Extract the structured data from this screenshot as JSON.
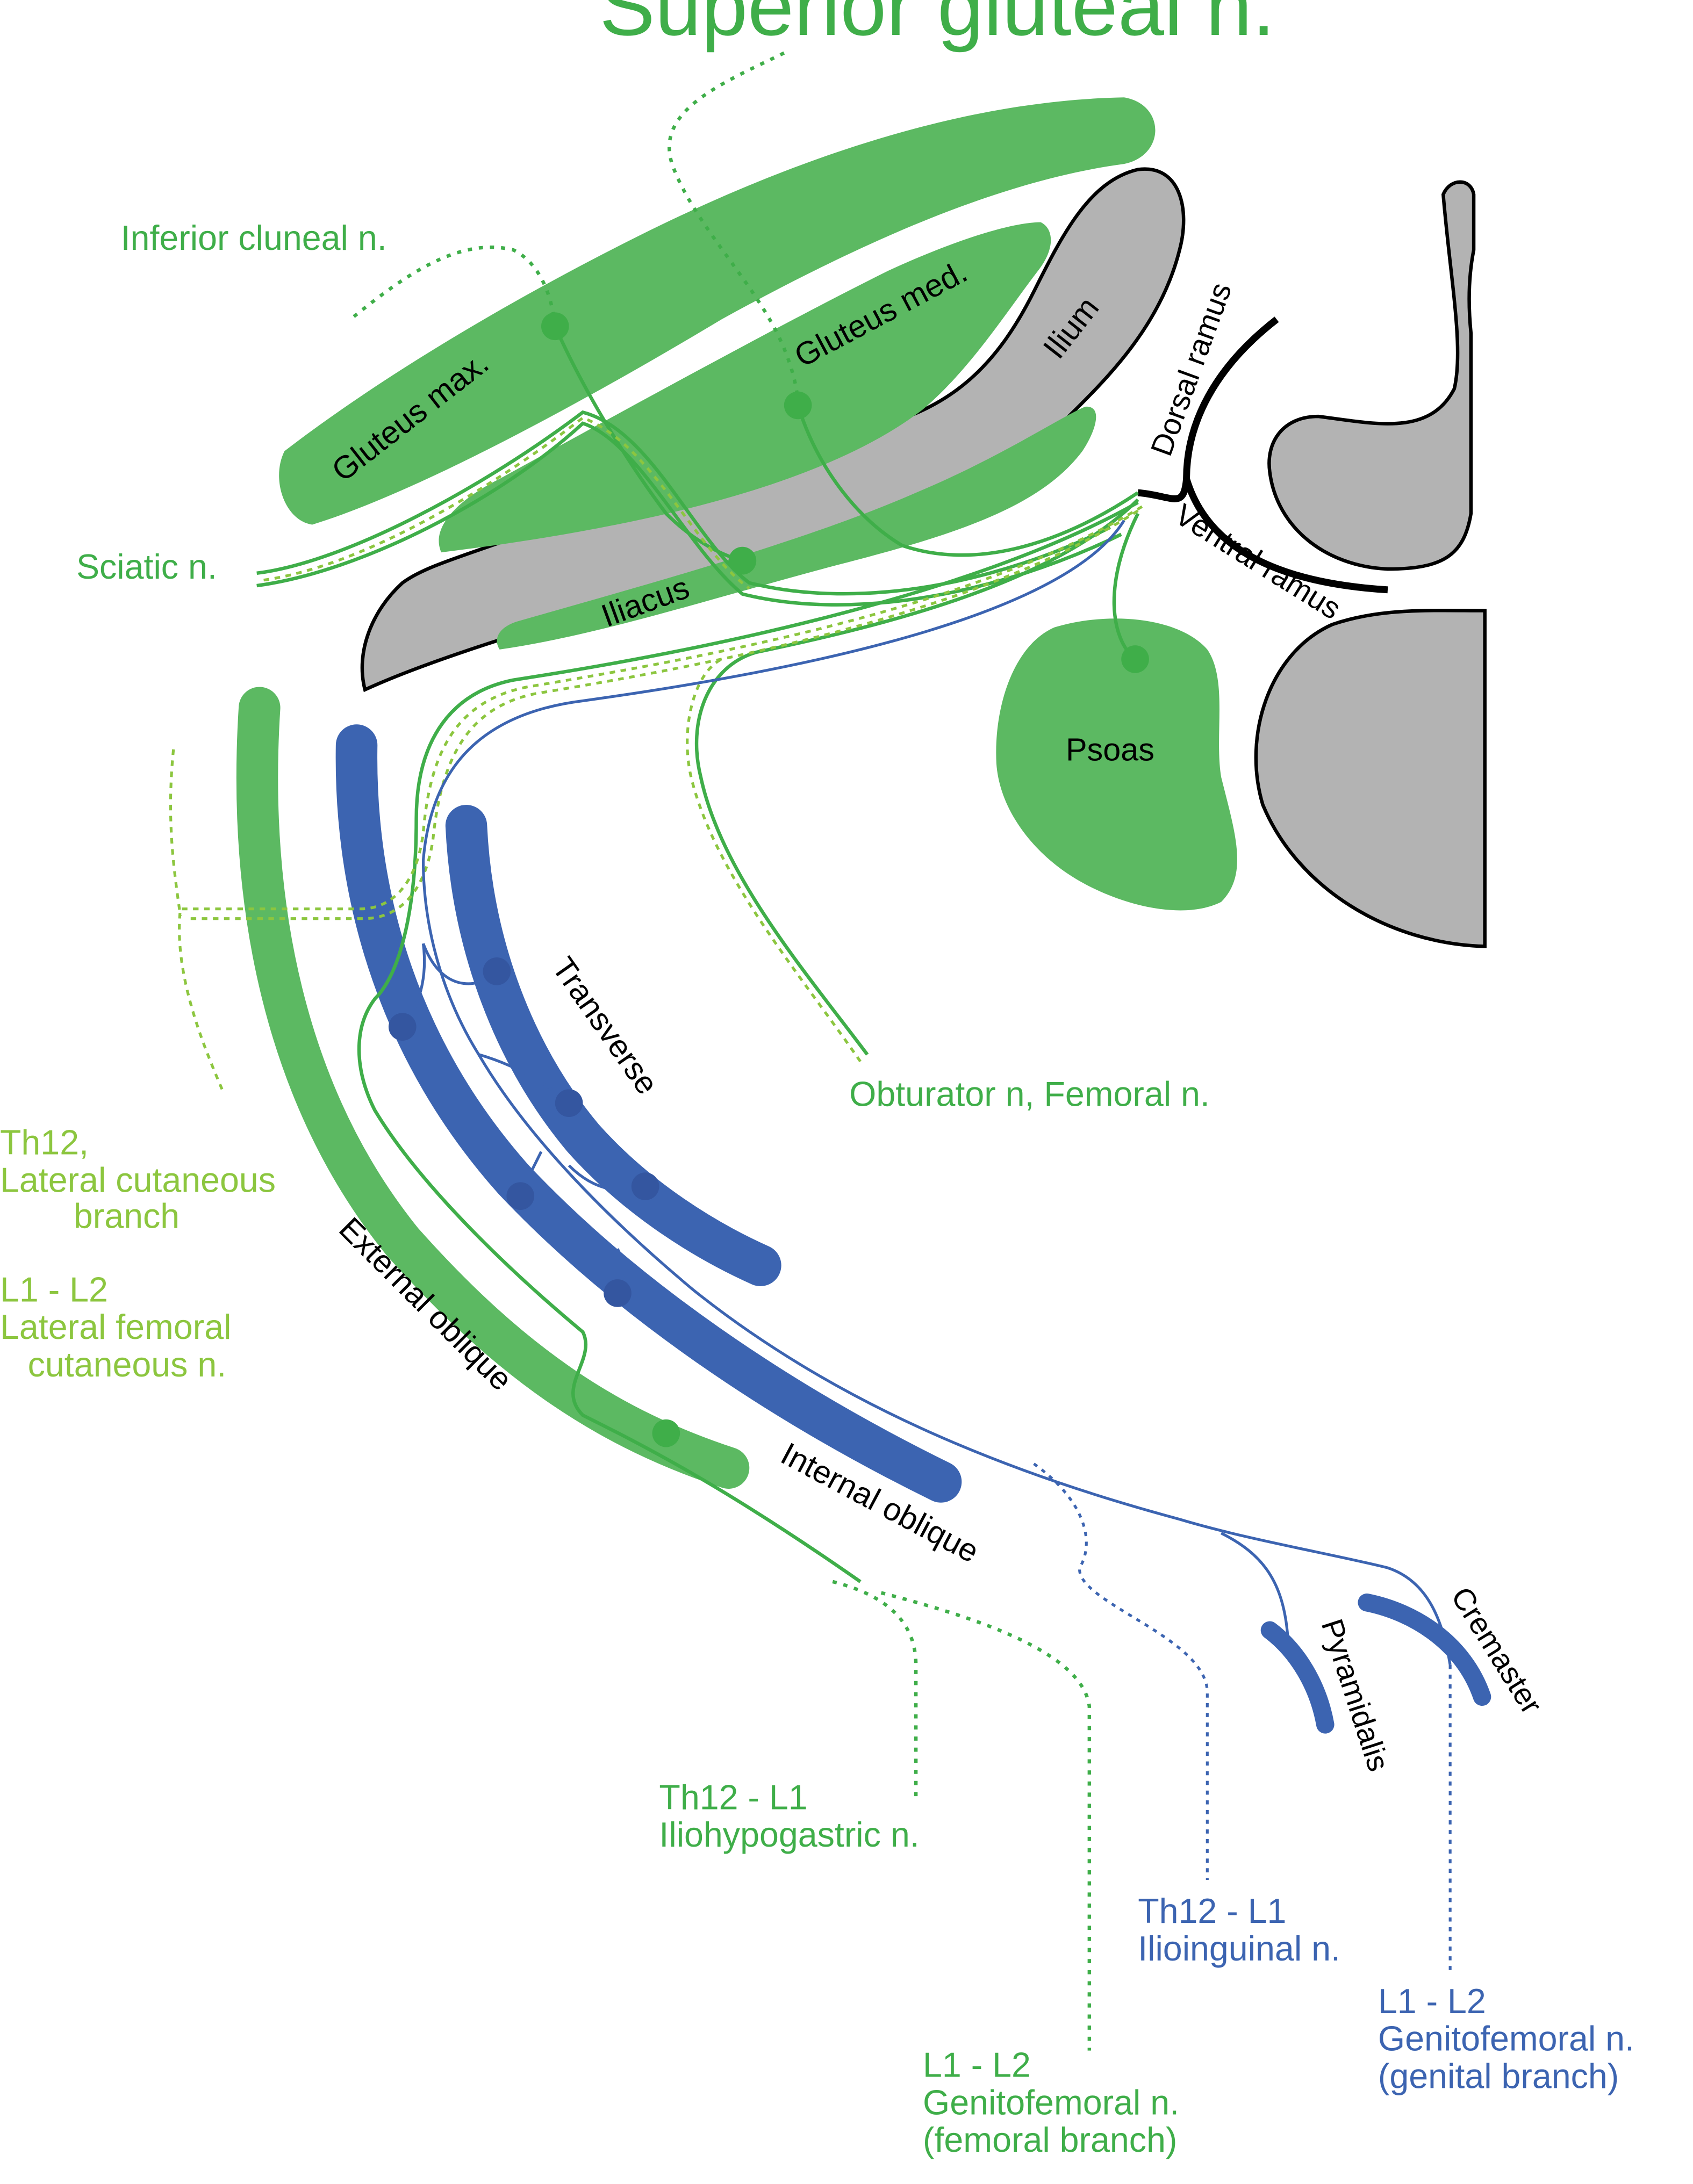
{
  "colors": {
    "muscle_green": "#5cb962",
    "nerve_green": "#3fae49",
    "light_green": "#8cc63f",
    "blue": "#3c64b1",
    "bone_gray": "#b3b3b3",
    "black": "#000000"
  },
  "labels": {
    "superior_gluteal": "Superior gluteal n.",
    "inferior_cluneal": "Inferior cluneal n.",
    "sciatic": "Sciatic n.",
    "gluteus_max": "Gluteus max.",
    "gluteus_med": "Gluteus med.",
    "ilium": "Ilium",
    "iliacus": "Iliacus",
    "dorsal_ramus": "Dorsal ramus",
    "ventral_ramus": "Ventral ramus",
    "psoas": "Psoas",
    "obturator_femoral": "Obturator n, Femoral n.",
    "transverse": "Transverse",
    "external_oblique": "External oblique",
    "internal_oblique": "Internal oblique",
    "pyramidalis": "Pyramidalis",
    "cremaster": "Cremaster",
    "th12_lateral": [
      "Th12,",
      "Lateral cutaneous",
      "branch"
    ],
    "l1l2_lateral_femoral": [
      "L1 - L2",
      "Lateral femoral",
      "cutaneous n."
    ],
    "iliohypogastric": [
      "Th12 - L1",
      "Iliohypogastric n."
    ],
    "ilioinguinal": [
      "Th12 - L1",
      "Ilioinguinal n."
    ],
    "genitofemoral_femoral": [
      "L1 - L2",
      "Genitofemoral n.",
      "(femoral branch)"
    ],
    "genitofemoral_genital": [
      "L1 - L2",
      "Genitofemoral n.",
      "(genital branch)"
    ]
  }
}
